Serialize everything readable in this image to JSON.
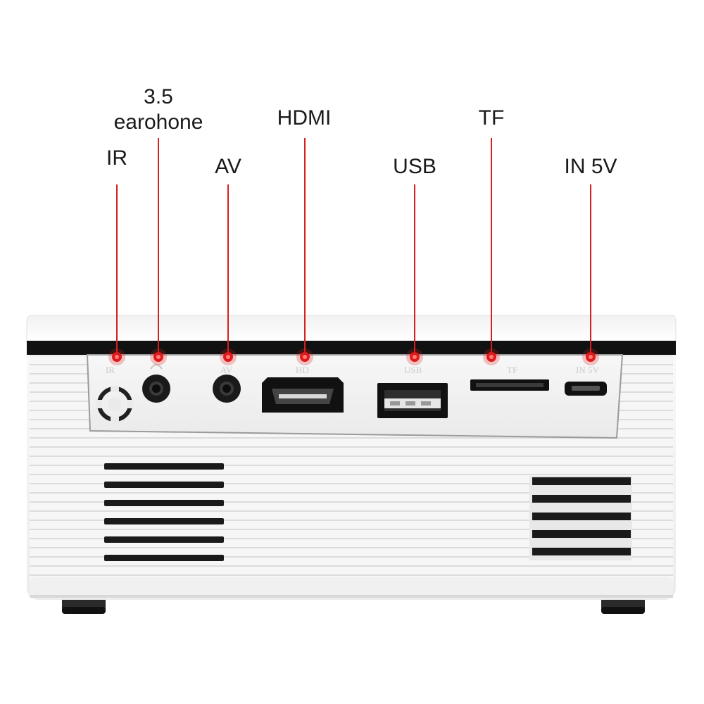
{
  "callouts": {
    "ir": "IR",
    "earphone": "3.5\nearohone",
    "av": "AV",
    "hdmi": "HDMI",
    "usb": "USB",
    "tf": "TF",
    "in5v": "IN 5V"
  },
  "panel_printed": {
    "ir": "IR",
    "av": "AV",
    "hdmi": "HD",
    "usb": "USB",
    "tf": "TF",
    "in5v": "IN 5V"
  },
  "colors": {
    "callout_line": "#d62020",
    "callout_dot": "#e01a1a",
    "body": "#f4f4f4",
    "stripe": "#111111",
    "vent": "#1a1a1a"
  },
  "icons": [
    "ir-receiver-icon",
    "headphone-icon"
  ]
}
